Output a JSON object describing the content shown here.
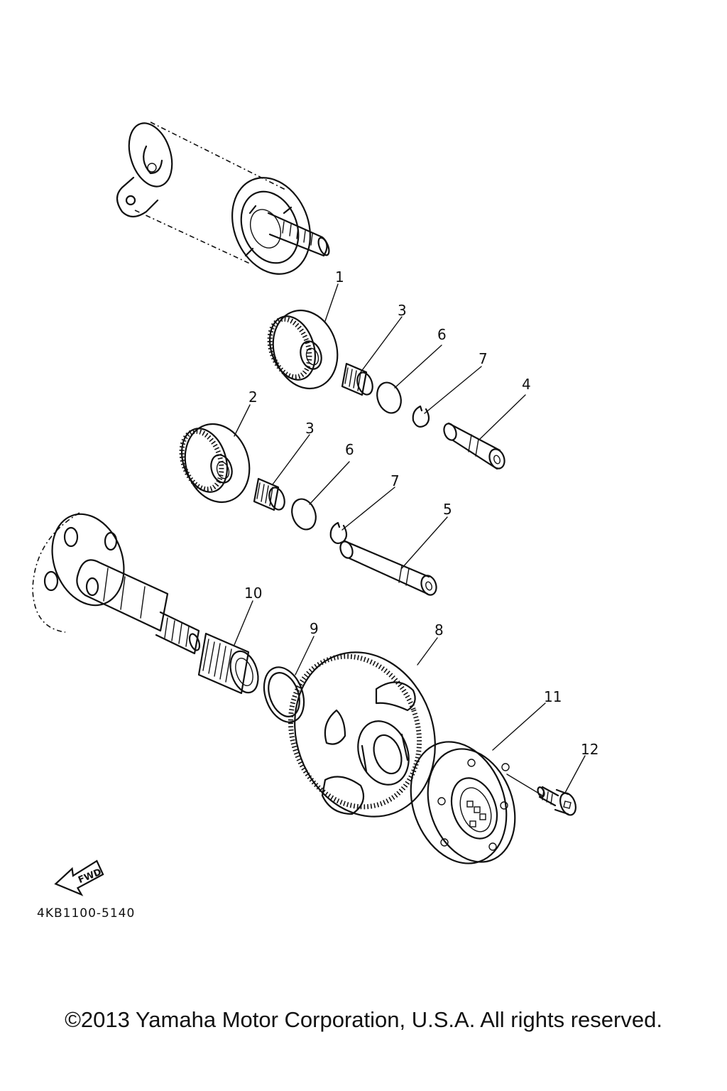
{
  "parts": [
    {
      "number": "1",
      "icon": "starter-idle-gear-1"
    },
    {
      "number": "2",
      "icon": "starter-idle-gear-2"
    },
    {
      "number": "3",
      "icon": "needle-bearing"
    },
    {
      "number": "3",
      "icon": "needle-bearing"
    },
    {
      "number": "4",
      "icon": "shaft-1"
    },
    {
      "number": "5",
      "icon": "shaft-2"
    },
    {
      "number": "6",
      "icon": "washer"
    },
    {
      "number": "6",
      "icon": "washer"
    },
    {
      "number": "7",
      "icon": "circlip"
    },
    {
      "number": "7",
      "icon": "circlip"
    },
    {
      "number": "8",
      "icon": "starter-wheel-gear"
    },
    {
      "number": "9",
      "icon": "washer"
    },
    {
      "number": "10",
      "icon": "bearing"
    },
    {
      "number": "11",
      "icon": "starter-clutch"
    },
    {
      "number": "12",
      "icon": "bolt"
    }
  ],
  "fwd_label": "FWD",
  "diagram_code": "4KB1100-5140",
  "copyright": "©2013 Yamaha Motor Corporation, U.S.A. All rights reserved."
}
